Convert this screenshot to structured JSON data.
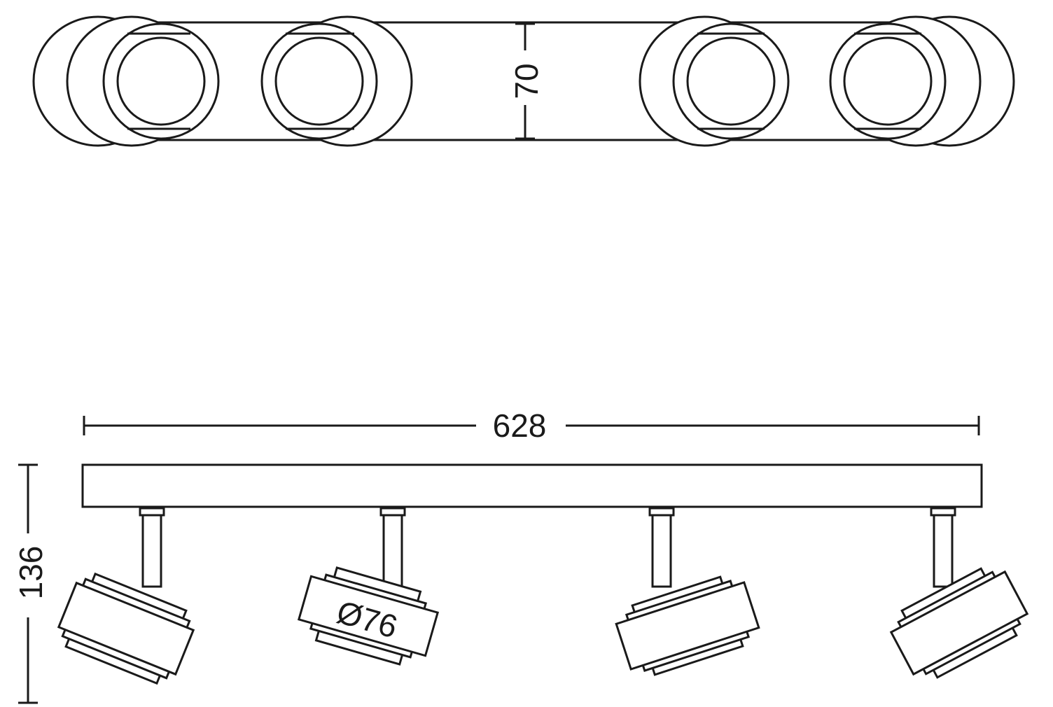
{
  "dimensions": {
    "width": "628",
    "depth": "70",
    "height": "136",
    "spot_diameter": "Ø76"
  },
  "colors": {
    "line": "#1a1a1a",
    "background": "#ffffff"
  }
}
